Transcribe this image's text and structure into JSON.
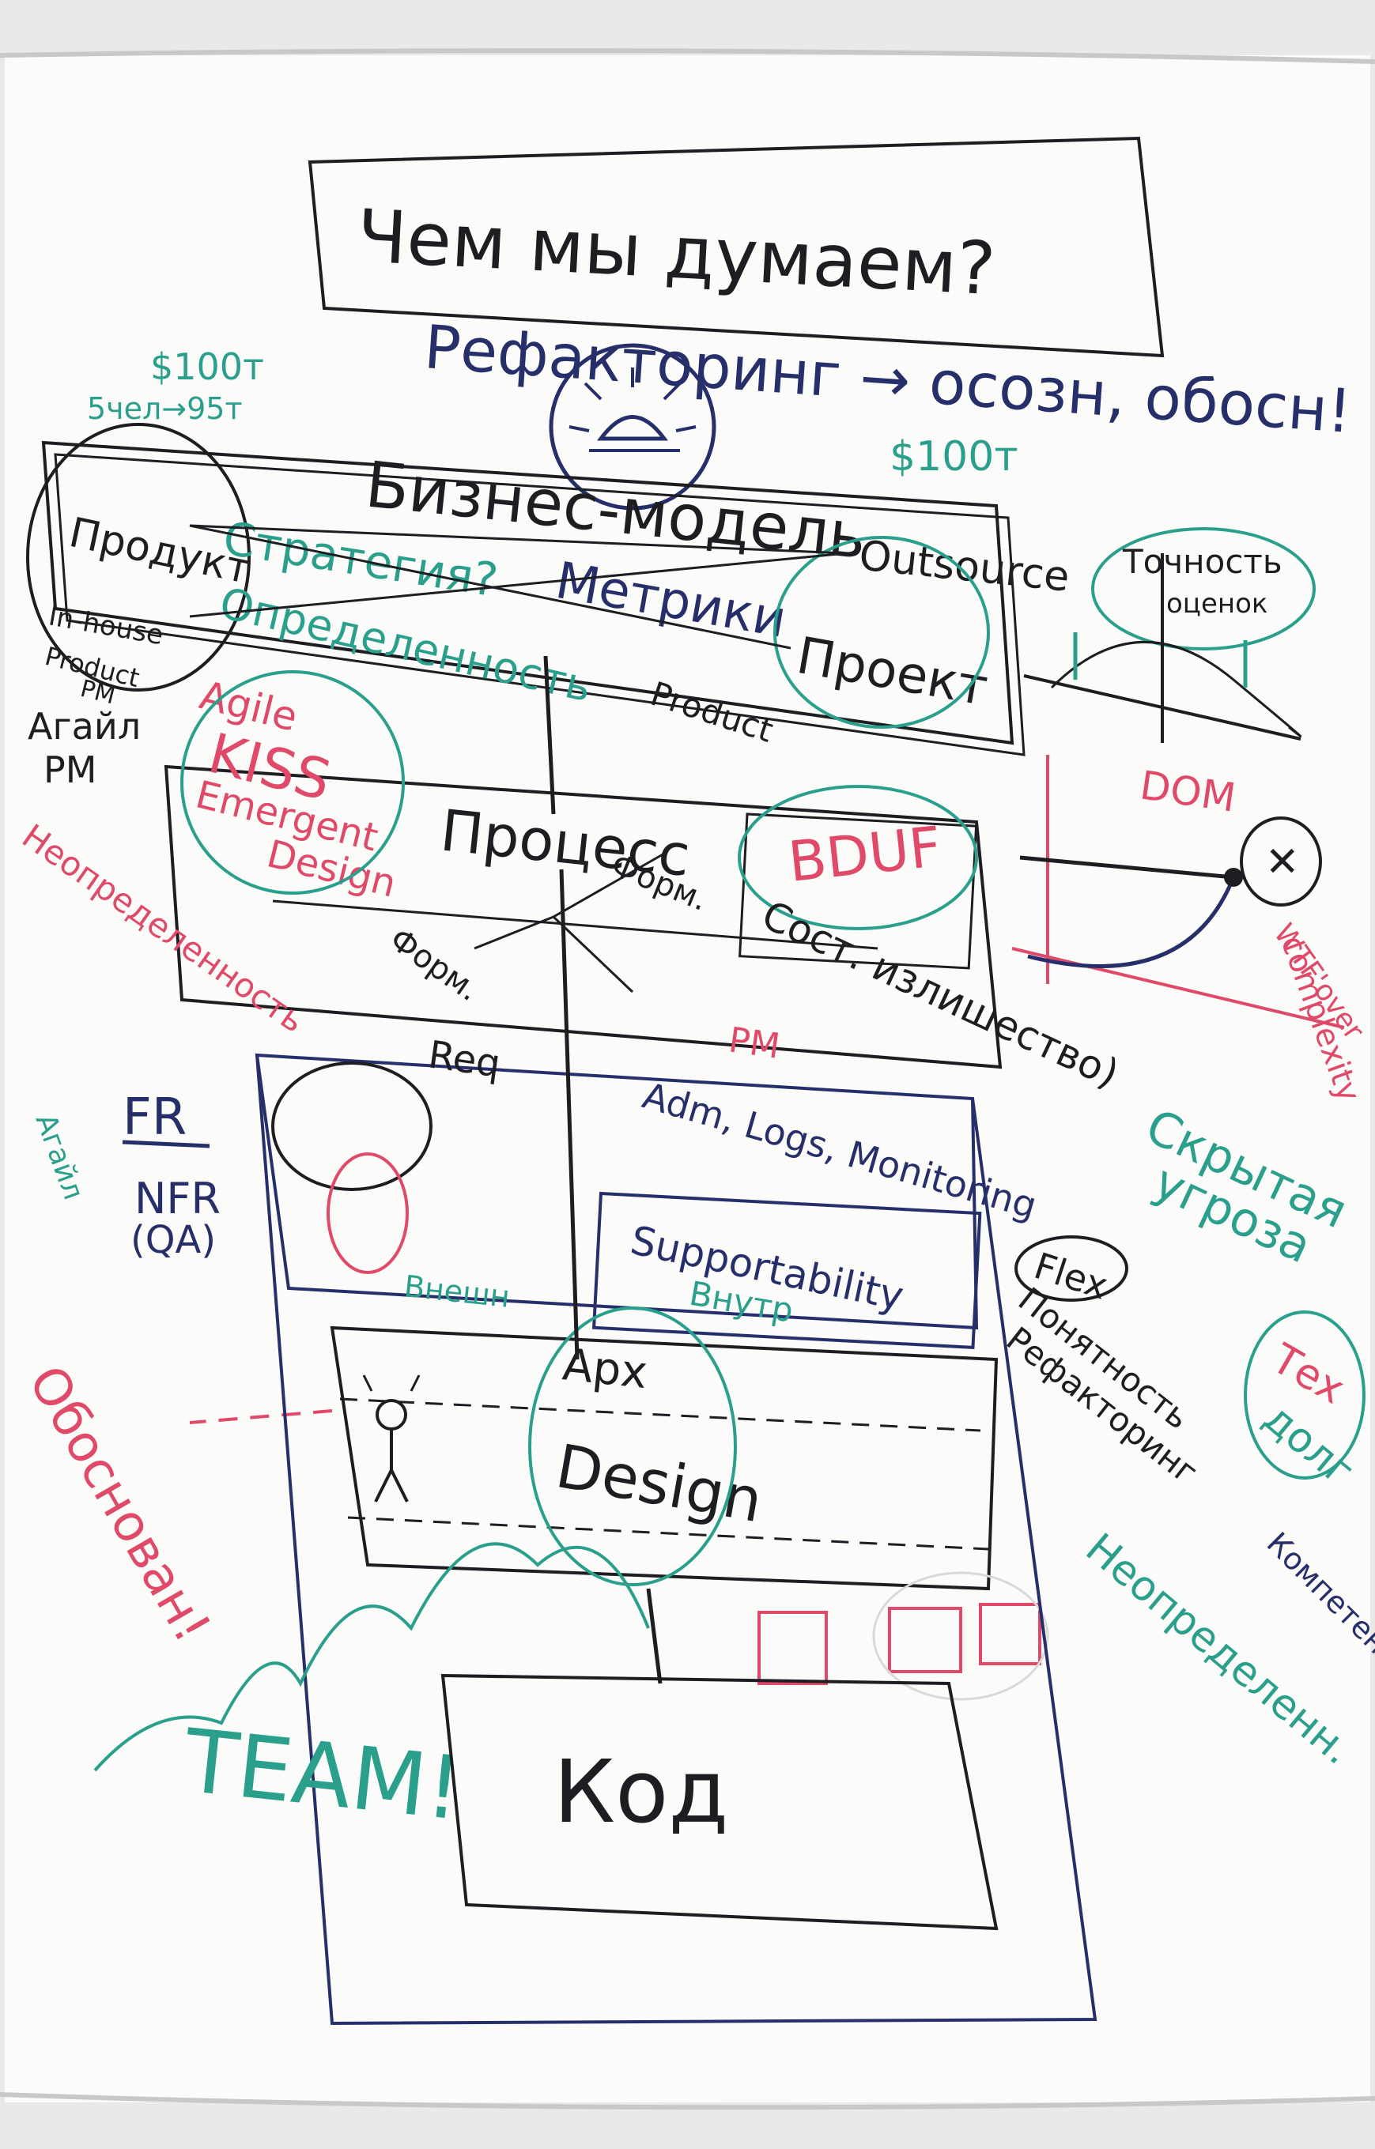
{
  "colors": {
    "paper": "#fbfbfa",
    "black": "#1d1d22",
    "navy": "#262f6a",
    "teal": "#2aa08c",
    "pink": "#e04a68"
  },
  "header": {
    "title": "Чем мы думаем?",
    "subtitle": "Рефакторинг → осозн, обосн!"
  },
  "top_left": {
    "money": "$100т",
    "rate": "5чел→95т",
    "product": "Продукт",
    "inhouse": "In-house",
    "product_pm": "Product",
    "product_pm2": "PM",
    "agile_pm": "Агайл",
    "pm": "PM"
  },
  "business_model": {
    "title": "Бизнес-модель",
    "strategy": "Стратегия?",
    "uncertainty": "Определенность",
    "metrics": "Метрики",
    "outsource": "Outsource",
    "project": "Проект",
    "product_en": "Product",
    "money_right": "$100т",
    "accuracy": "Точность",
    "accuracy2": "оценок"
  },
  "process": {
    "title": "Процесс",
    "agile": "Agile",
    "kiss": "KISS",
    "emergent": "Emergent",
    "design": "Design",
    "bduf": "BDUF",
    "formal_right": "Форм.",
    "cost_extra": "Сост. излишество)",
    "formal_left": "Форм.",
    "uncertainty_left": "Неопределенность",
    "dom": "DOM",
    "wtf_over": "WTF'over",
    "complexity": "complexity"
  },
  "requirements": {
    "req": "Req",
    "fr": "FR",
    "nfr": "NFR",
    "qa": "(QA)",
    "pm": "PM",
    "adm": "Adm, Logs, Monitoring",
    "supportability": "Supportability",
    "inner": "Внутр",
    "outer": "Внешн",
    "hidden": "Скрытая",
    "threat": "угроза",
    "agile_left": "Агайл"
  },
  "architecture": {
    "arch": "Арх",
    "design": "Design",
    "flex": "Flex",
    "understandability": "Понятность",
    "refactorability": "Рефакторинг",
    "techdebt": "Тех",
    "debt": "долг",
    "competencies": "Компетен.",
    "uncertainty": "Неопределенн.",
    "justify": "Обоснован!"
  },
  "bottom": {
    "team": "TEAM!",
    "code": "Код"
  }
}
